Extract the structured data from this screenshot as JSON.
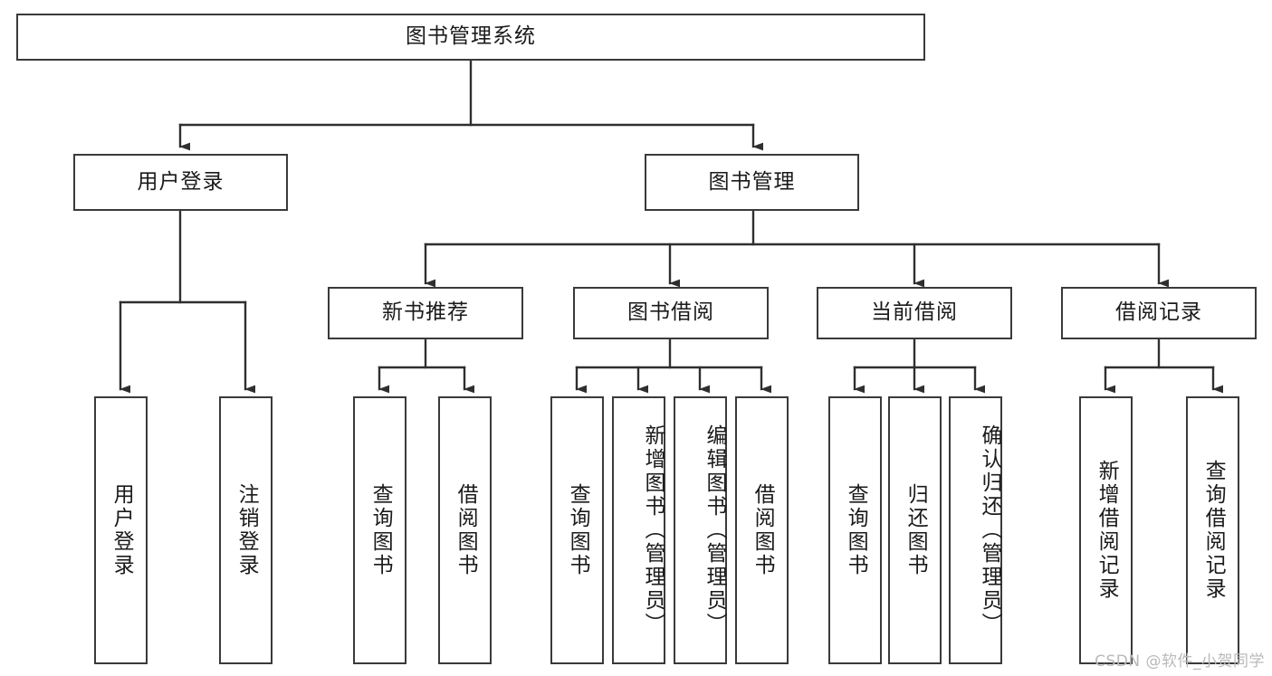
{
  "diagram": {
    "type": "tree",
    "title": "图书管理系统",
    "watermark": "CSDN @软件_小贺同学",
    "accent_color": "#3a3a3a",
    "background_color": "#ffffff",
    "text_color": "#1a1a1a",
    "nodes": {
      "root": {
        "label": "图书管理系统"
      },
      "level2": [
        {
          "id": "user-login",
          "label": "用户登录"
        },
        {
          "id": "book-manage",
          "label": "图书管理"
        }
      ],
      "level3": [
        {
          "id": "new-book-recommend",
          "label": "新书推荐"
        },
        {
          "id": "book-borrow",
          "label": "图书借阅"
        },
        {
          "id": "current-borrow",
          "label": "当前借阅"
        },
        {
          "id": "borrow-record",
          "label": "借阅记录"
        }
      ],
      "leaves": {
        "user-login": [
          {
            "id": "leaf-user-login",
            "label": "用户登录"
          },
          {
            "id": "leaf-logout-login",
            "label": "注销登录"
          }
        ],
        "new-book-recommend": [
          {
            "id": "leaf-query-book-1",
            "label": "查询图书"
          },
          {
            "id": "leaf-borrow-book-1",
            "label": "借阅图书"
          }
        ],
        "book-borrow": [
          {
            "id": "leaf-query-book-2",
            "label": "查询图书"
          },
          {
            "id": "leaf-add-book-admin",
            "label": "新增图书（管理员）"
          },
          {
            "id": "leaf-edit-book-admin",
            "label": "编辑图书（管理员）"
          },
          {
            "id": "leaf-borrow-book-2",
            "label": "借阅图书"
          }
        ],
        "current-borrow": [
          {
            "id": "leaf-query-book-3",
            "label": "查询图书"
          },
          {
            "id": "leaf-return-book",
            "label": "归还图书"
          },
          {
            "id": "leaf-confirm-return-admin",
            "label": "确认归还（管理员）"
          }
        ],
        "borrow-record": [
          {
            "id": "leaf-add-borrow-record",
            "label": "新增借阅记录"
          },
          {
            "id": "leaf-query-borrow-record",
            "label": "查询借阅记录"
          }
        ]
      }
    }
  }
}
